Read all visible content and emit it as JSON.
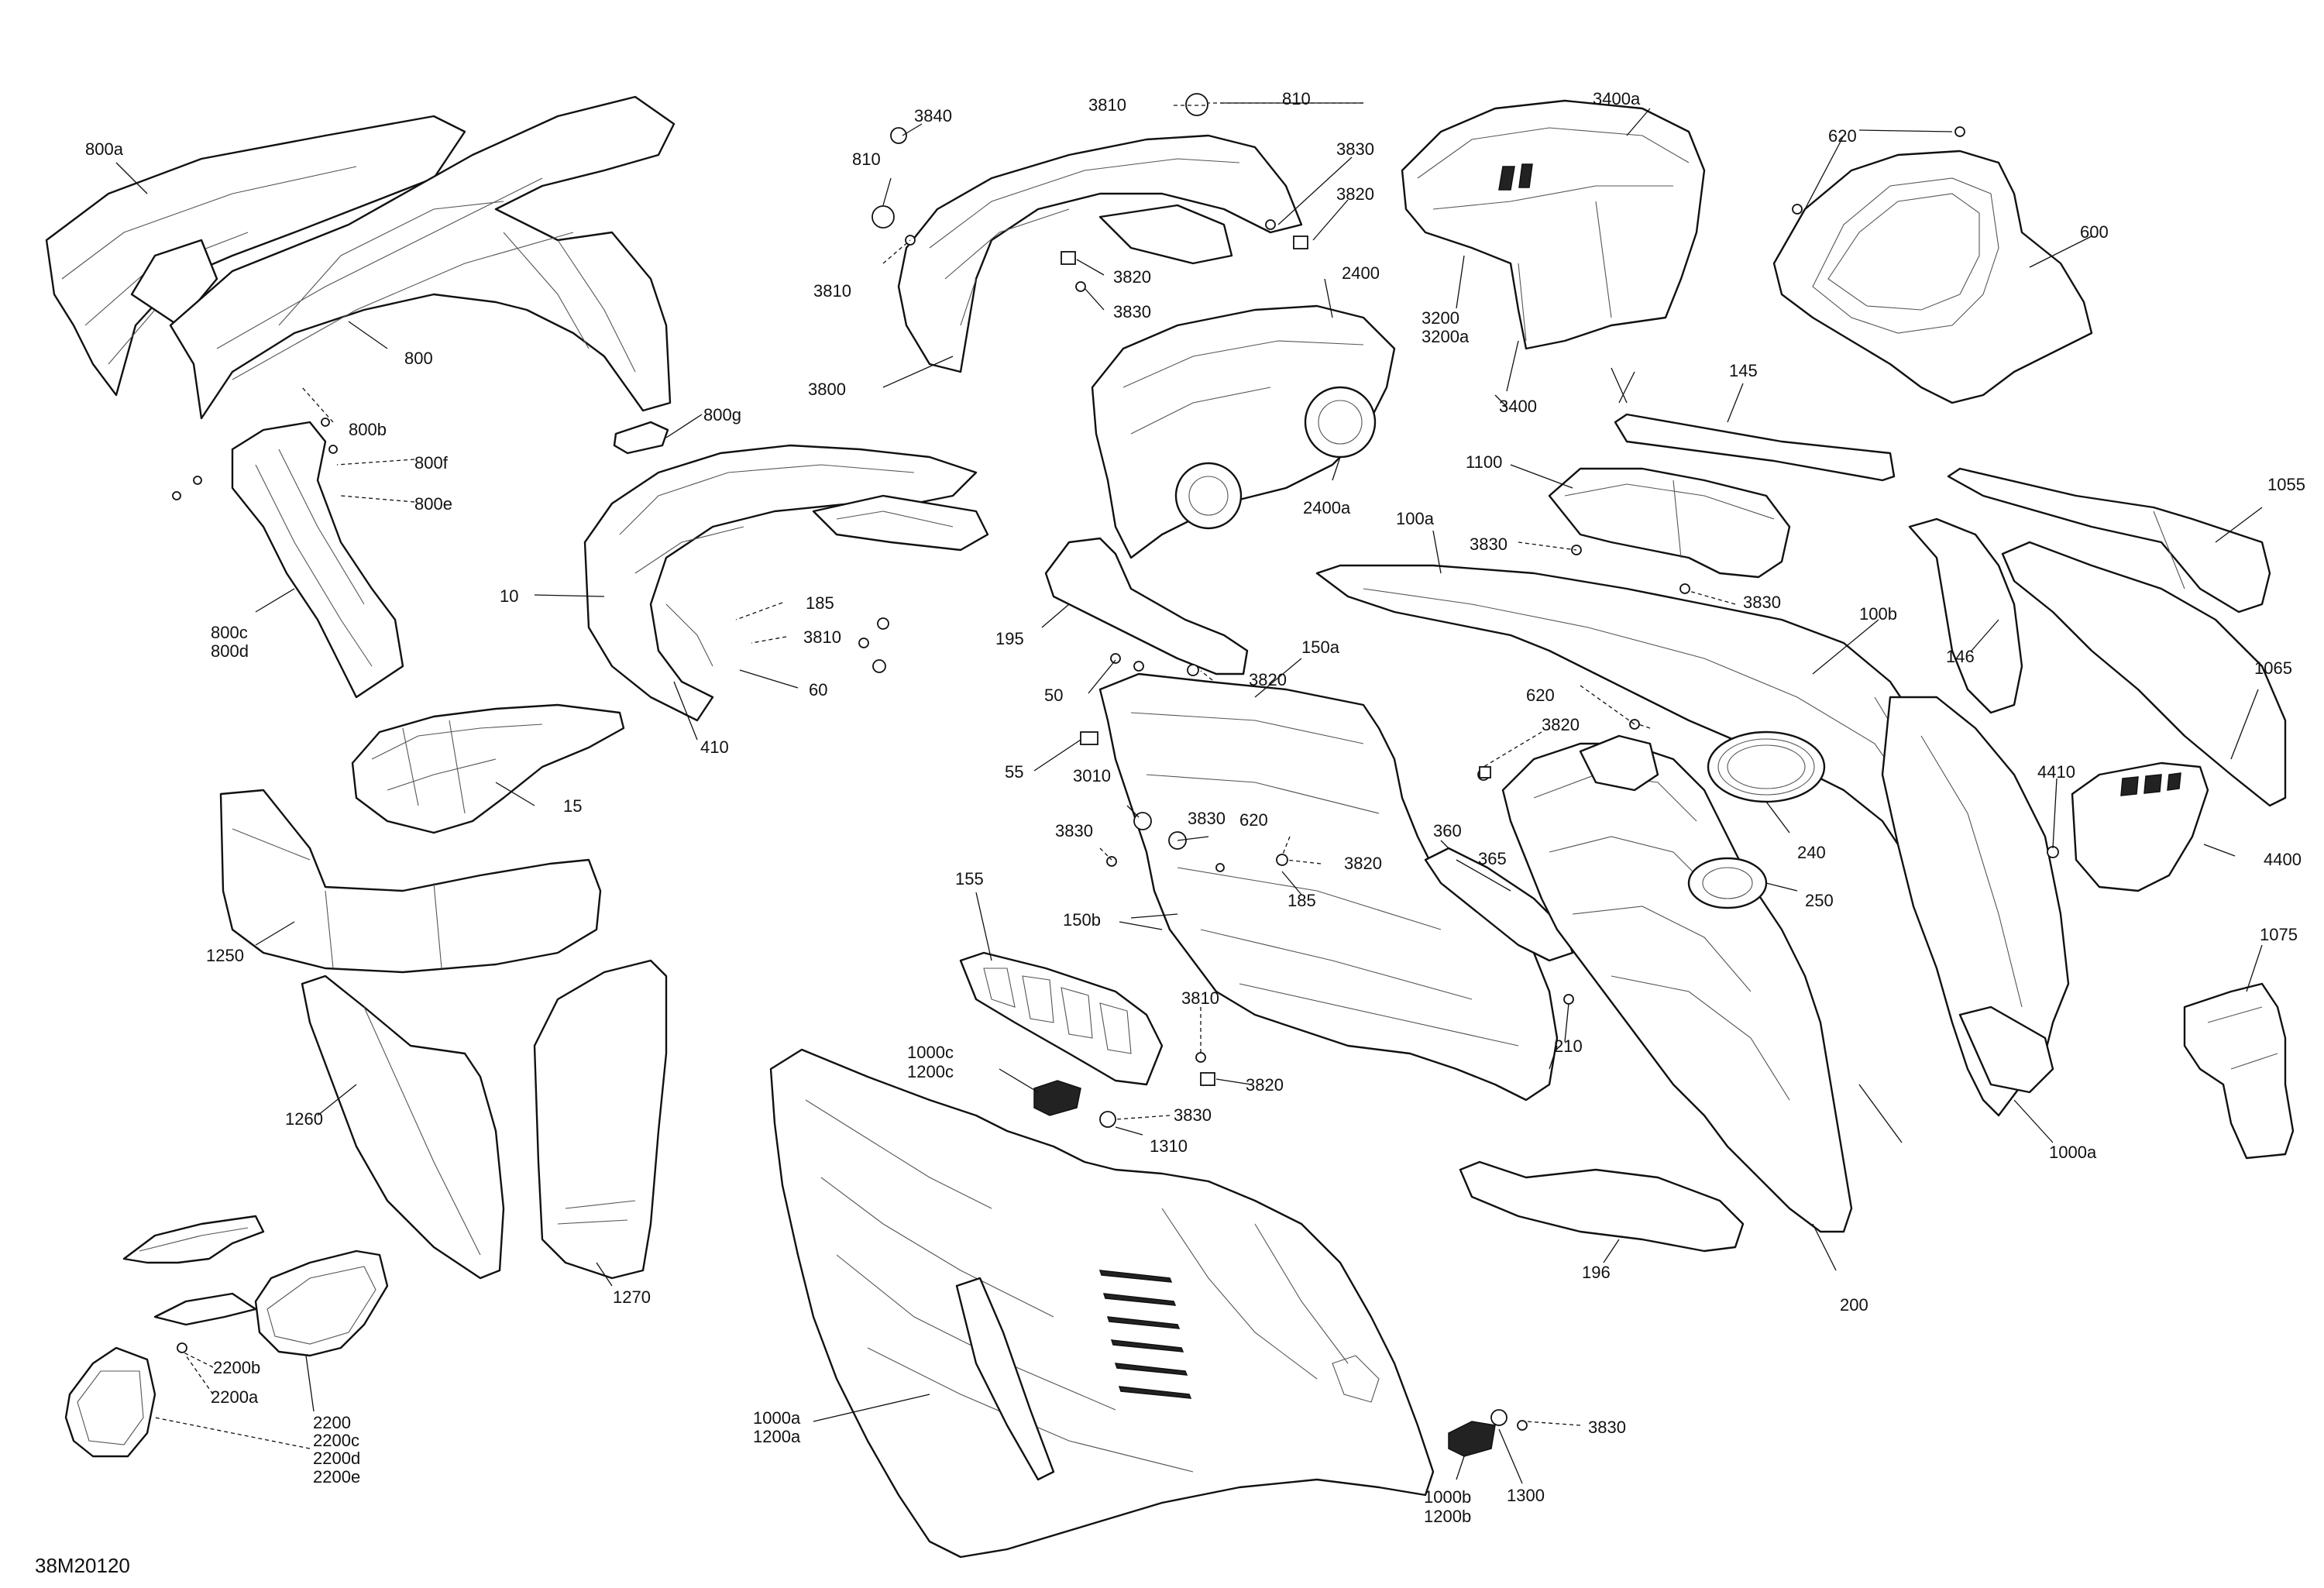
{
  "diagram_code": "38M20120",
  "labels": {
    "l800a": "800a",
    "l800": "800",
    "l800b": "800b",
    "l800f": "800f",
    "l800e": "800e",
    "l800g": "800g",
    "l800c": "800c",
    "l800d": "800d",
    "l3840": "3840",
    "l3810_top": "3810",
    "l810_top": "810",
    "l810_left": "810",
    "l3830_top": "3830",
    "l3820_top": "3820",
    "l3810_left": "3810",
    "l3820_mid": "3820",
    "l3830_mid": "3830",
    "l3800": "3800",
    "l2400": "2400",
    "l2400a": "2400a",
    "l3400a": "3400a",
    "l3200": "3200",
    "l3200a": "3200a",
    "l3400": "3400",
    "l620_top": "620",
    "l600": "600",
    "l145": "145",
    "l1100": "1100",
    "l3830_1100": "3830",
    "l3830_r": "3830",
    "l100a": "100a",
    "l100b": "100b",
    "l1055": "1055",
    "l146": "146",
    "l1065": "1065",
    "l10": "10",
    "l185_a": "185",
    "l3810_b": "3810",
    "l60": "60",
    "l410": "410",
    "l15": "15",
    "l195": "195",
    "l150a": "150a",
    "l50": "50",
    "l3820_150": "3820",
    "l55": "55",
    "l620_mid": "620",
    "l3820_mid2": "3820",
    "l3010": "3010",
    "l3830_c": "3830",
    "l3830_d": "3830",
    "l620_c": "620",
    "l3820_c": "3820",
    "l185_b": "185",
    "l360": "360",
    "l365": "365",
    "l240": "240",
    "l250": "250",
    "l4410": "4410",
    "l4400": "4400",
    "l1250": "1250",
    "l155": "155",
    "l150b": "150b",
    "l210": "210",
    "l1075": "1075",
    "l3810_e": "3810",
    "l1000c": "1000c",
    "l1200c": "1200c",
    "l3820_e": "3820",
    "l3830_e": "3830",
    "l1310": "1310",
    "l1260": "1260",
    "l1000a_r": "1000a",
    "l1270": "1270",
    "l196": "196",
    "l200": "200",
    "l2200b": "2200b",
    "l2200a": "2200a",
    "l2200": "2200",
    "l2200c": "2200c",
    "l2200d": "2200d",
    "l2200e": "2200e",
    "l1000a_b": "1000a",
    "l1200a": "1200a",
    "l3830_f": "3830",
    "l1000b": "1000b",
    "l1200b": "1200b",
    "l1300": "1300"
  }
}
